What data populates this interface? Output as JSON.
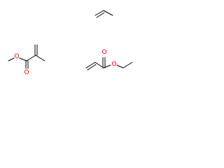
{
  "diagram": {
    "molecules": [
      {
        "id": "propene",
        "atoms": []
      },
      {
        "id": "methyl-methacrylate",
        "atoms": [
          {
            "symbol": "O",
            "element": "oxygen"
          },
          {
            "symbol": "O",
            "element": "oxygen"
          }
        ]
      },
      {
        "id": "ethyl-acrylate",
        "atoms": [
          {
            "symbol": "O",
            "element": "oxygen"
          },
          {
            "symbol": "O",
            "element": "oxygen"
          }
        ]
      }
    ],
    "colors": {
      "bond": "#000000",
      "oxygen": "#ff0000",
      "background": "#ffffff"
    }
  }
}
